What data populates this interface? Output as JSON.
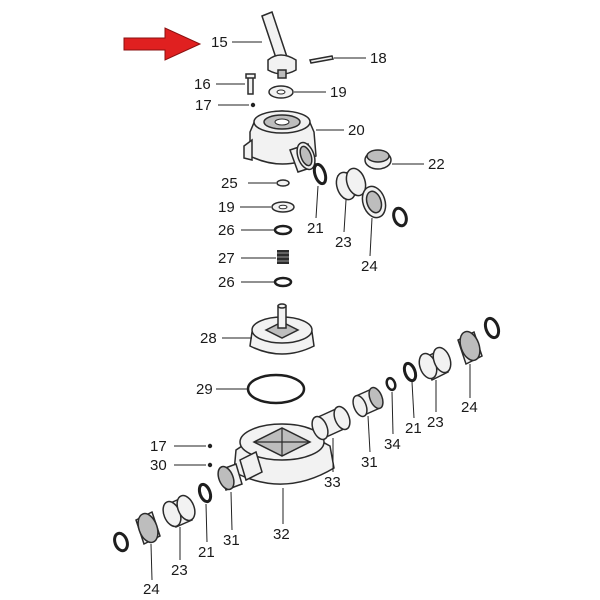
{
  "diagram": {
    "pointer_arrow_color": "#e02020",
    "labels": {
      "l15": "15",
      "l18": "18",
      "l16": "16",
      "l19a": "19",
      "l17a": "17",
      "l20": "20",
      "l22": "22",
      "l25": "25",
      "l19b": "19",
      "l21a": "21",
      "l23a": "23",
      "l26a": "26",
      "l24a": "24",
      "l27": "27",
      "l26b": "26",
      "l28": "28",
      "l29": "29",
      "l24b": "24",
      "l34": "34",
      "l21b": "21",
      "l23b": "23",
      "l17b": "17",
      "l30": "30",
      "l33": "33",
      "l31a": "31",
      "l21c": "21",
      "l31b": "31",
      "l32": "32",
      "l23c": "23",
      "l24c": "24"
    }
  }
}
